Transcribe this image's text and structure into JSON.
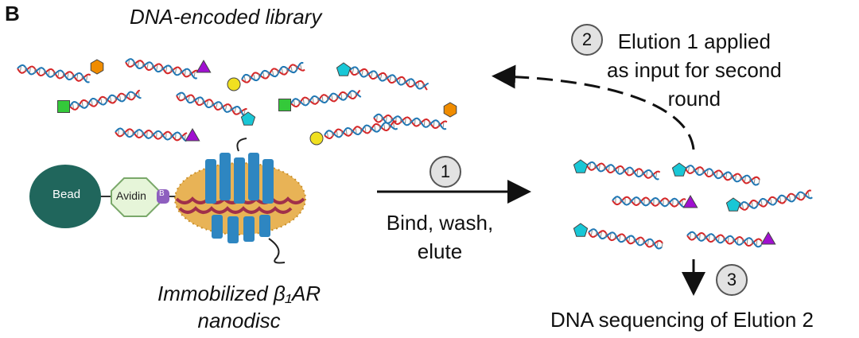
{
  "panel_label": "B",
  "library_title": "DNA-encoded library",
  "target": {
    "line1": "Immobilized β₁AR",
    "line2": "nanodisc",
    "bead_label": "Bead",
    "avidin_label": "Avidin",
    "biotin_label": "B"
  },
  "steps": [
    {
      "number": "1",
      "lines": [
        "Bind, wash,",
        "elute"
      ]
    },
    {
      "number": "2",
      "lines": [
        "Elution 1 applied",
        "as input for second",
        "round"
      ]
    },
    {
      "number": "3",
      "caption": "DNA sequencing of Elution 2"
    }
  ],
  "colors": {
    "dna_red": "#d62728",
    "dna_blue": "#1f77b4",
    "bead": "#20665c",
    "avidin": "#e6f5d9",
    "biotin": "#8e5fbf",
    "protein": "#2e86c1",
    "lipid": "#e8b356",
    "membrane_protein": "#a0304a",
    "cyan_pentagon": "#18c7d6",
    "purple_triangle": "#a010d0",
    "yellow_circle": "#f0e020",
    "green_square": "#34c93a",
    "orange_hexagon": "#f08c00"
  }
}
